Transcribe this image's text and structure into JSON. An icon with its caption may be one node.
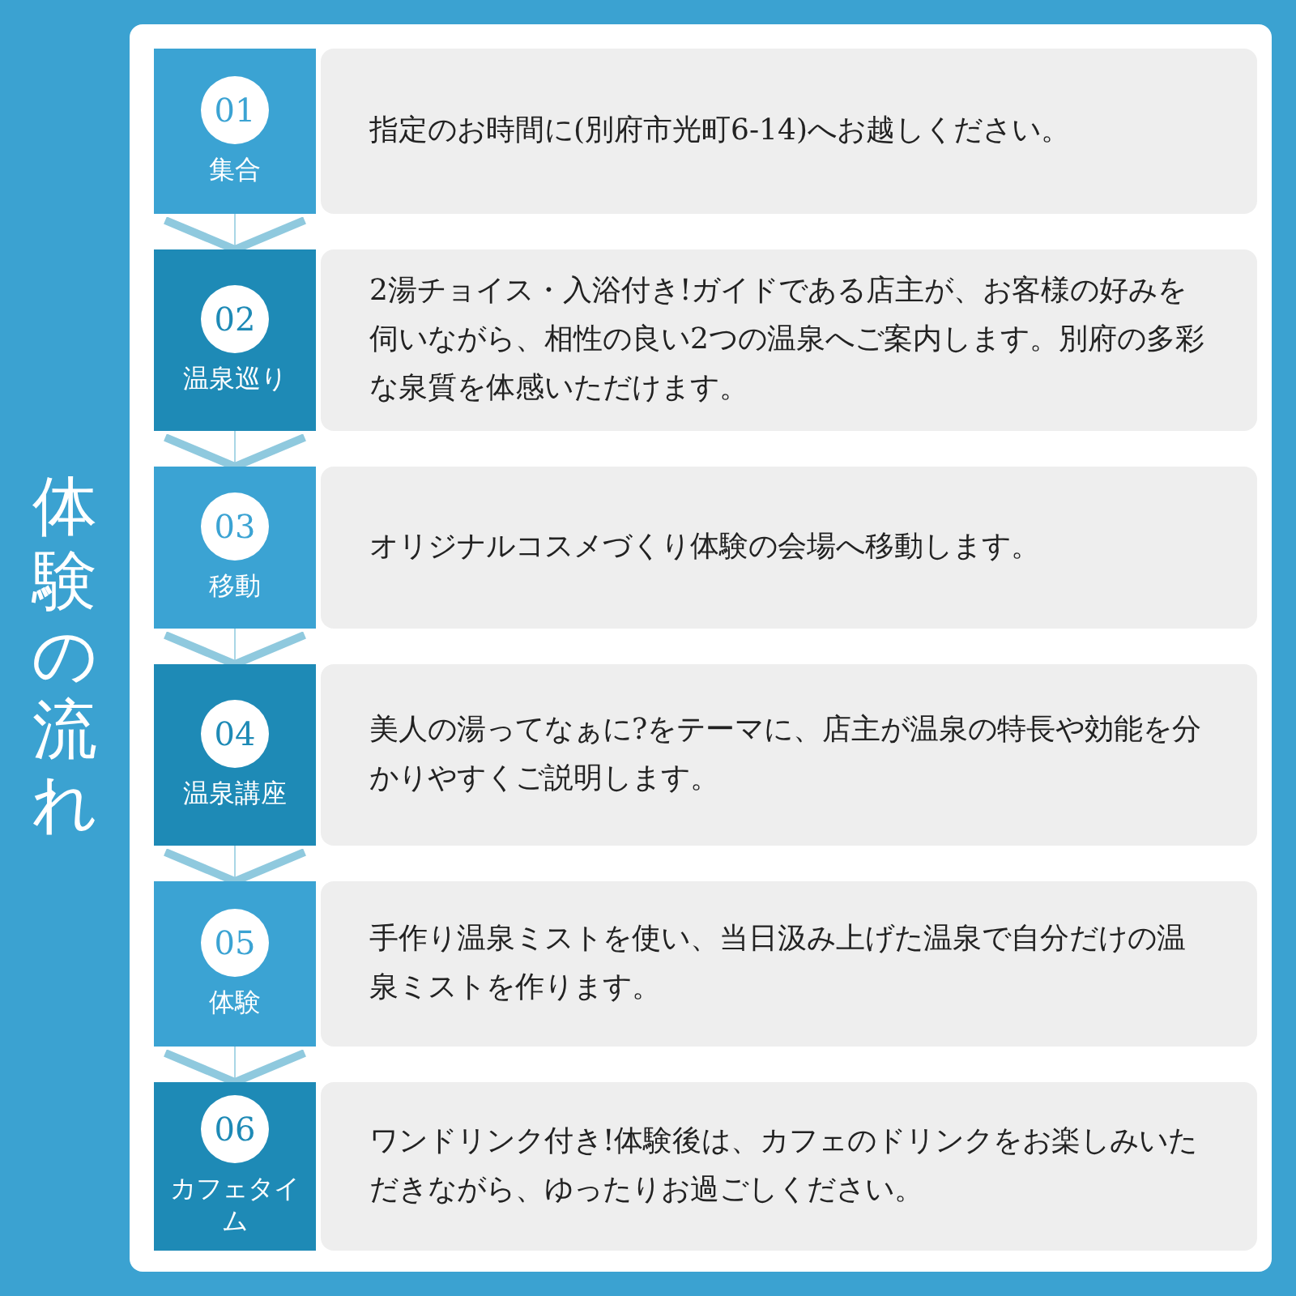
{
  "diagram": {
    "title": "体験の流れ",
    "nodes": [
      {
        "text": [
          "01",
          "集合"
        ]
      },
      {
        "text": [
          "指定のお時間に(別府市光町6-14)へお越しください。"
        ]
      },
      {
        "text": [
          "02",
          "温泉巡り"
        ]
      },
      {
        "text": [
          "2湯チョイス・入浴付き!ガイドである店主が、お客様の好みを伺いながら、相性の良い2つの温泉へご案内します。別府の多彩な泉質を体感いただけます。"
        ]
      },
      {
        "text": [
          "03",
          "移動"
        ]
      },
      {
        "text": [
          "オリジナルコスメづくり体験の会場へ移動します。"
        ]
      },
      {
        "text": [
          "04",
          "温泉講座"
        ]
      },
      {
        "text": [
          "美人の湯ってなぁに?をテーマに、店主が温泉の特長や効能を分かりやすくご説明します。"
        ]
      },
      {
        "text": [
          "05",
          "体験"
        ]
      },
      {
        "text": [
          "手作り温泉ミストを使い、当日汲み上げた温泉で自分だけの温泉ミストを作ります。"
        ]
      },
      {
        "text": [
          "06",
          "カフェタイム"
        ]
      },
      {
        "text": [
          "ワンドリンク付き!体験後は、カフェのドリンクをお楽しみいただきながら、ゆったりお過ごしください。"
        ]
      }
    ],
    "edges": [
      {
        "from": 0,
        "to": 2,
        "arrow": "to"
      },
      {
        "from": 2,
        "to": 4,
        "arrow": "to"
      },
      {
        "from": 4,
        "to": 6,
        "arrow": "to"
      },
      {
        "from": 6,
        "to": 8,
        "arrow": "to"
      },
      {
        "from": 8,
        "to": 10,
        "arrow": "to"
      }
    ]
  }
}
